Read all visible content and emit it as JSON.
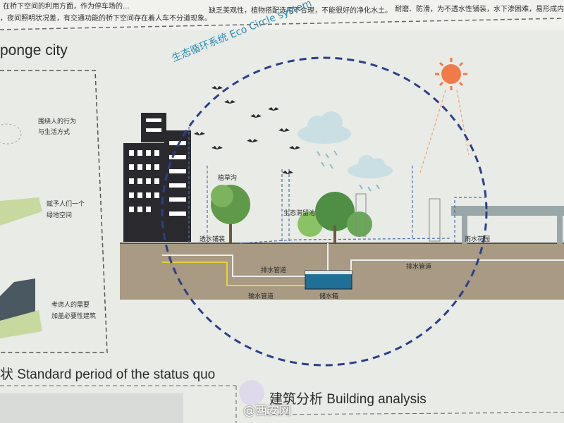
{
  "top_notes": [
    "在桥下空间的利用方面，作为停车场的...",
    "，夜间照明状况差，有交通功能的桥下空间存在着人车不分道现象。",
    "缺乏美观性，植物搭配选用不合理，不能很好的净化水土。",
    "耐磨、防滑，为不透水性铺装，水下渗困难，易形成内..."
  ],
  "section_title_sponge": "ponge city",
  "eco_circle_label": "生态循环系统 Eco Circle system",
  "left_panel": {
    "items": [
      {
        "line1": "围绕人的行为",
        "line2": "与生活方式"
      },
      {
        "line1": "赋予人们一个",
        "line2": "绿地空间"
      },
      {
        "line1": "考虑人的需要",
        "line2": "加盖必要性建筑"
      }
    ]
  },
  "diagram_labels": {
    "grass_swale": "植草沟",
    "permeable_paving": "透水铺装",
    "bioretention": "生态滞留池",
    "rain_garden": "雨水花园",
    "drain_pipe_left": "排水管道",
    "drain_pipe_right": "排水管道",
    "water_pipe": "输水管道",
    "water_tank": "储水箱"
  },
  "bottom_headings": {
    "status_quo": "状 Standard period of the status quo",
    "building_analysis": "建筑分析 Building analysis"
  },
  "watermark": "@西安网",
  "colors": {
    "circle": "#2c3e8c",
    "ground": "#a89a83",
    "building": "#2a2a2e",
    "sun": "#f07a4a",
    "water": "#1f6f96",
    "pipe_yellow": "#e8d23a",
    "eco_label": "#2a8fb8"
  }
}
